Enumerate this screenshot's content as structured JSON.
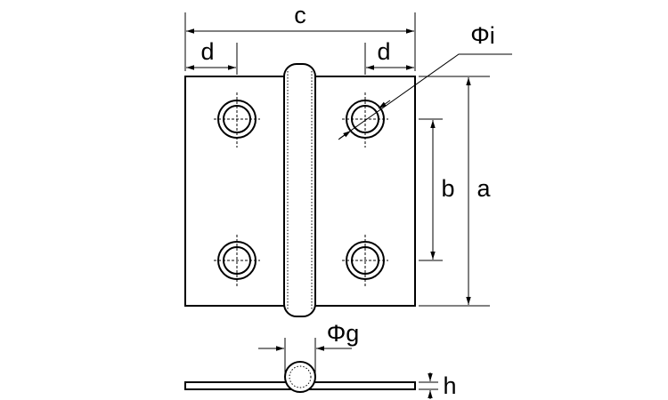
{
  "diagram": {
    "labels": {
      "c": "c",
      "d_left": "d",
      "d_right": "d",
      "phi_i": "Φi",
      "b": "b",
      "a": "a",
      "phi_g": "Φg",
      "h": "h"
    },
    "colors": {
      "line": "#000000",
      "background": "#ffffff"
    }
  }
}
